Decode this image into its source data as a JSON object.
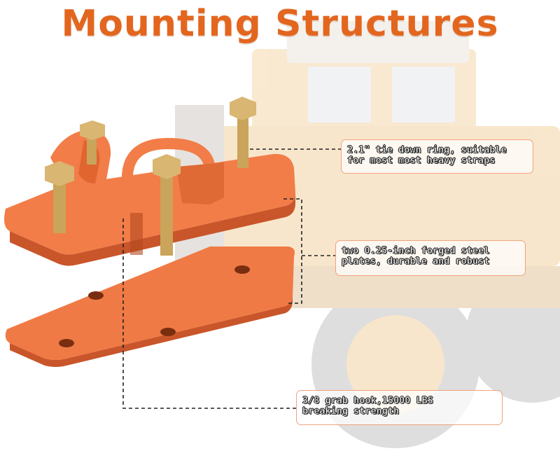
{
  "title": "Mounting Structures",
  "callouts": {
    "ring": {
      "line1": "2.1\"  tie down ring, suitable",
      "line2": "for most most heavy straps"
    },
    "plates": {
      "line1": "two 0.25-inch forged steel",
      "line2": "plates, durable and robust"
    },
    "hook": {
      "line1": "3/8 grab hook,15000 LBS",
      "line2": "breaking strength"
    }
  },
  "colors": {
    "title": "#e3661f",
    "plate": "#f07a45",
    "plate_dark": "#c9552a",
    "hardware": "#c9a45a",
    "callout_border": "#f0a37d"
  }
}
